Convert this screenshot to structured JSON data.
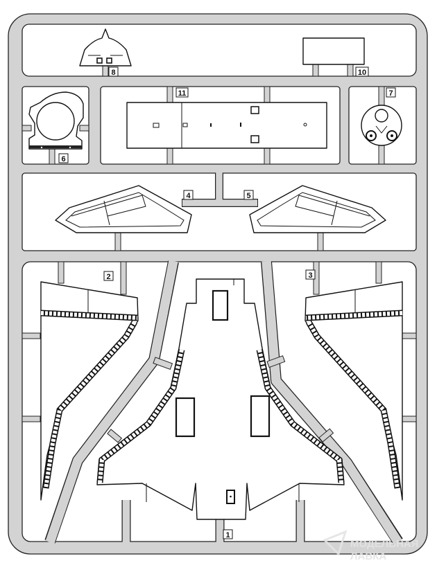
{
  "parts": {
    "p1": "1",
    "p2": "2",
    "p3": "3",
    "p4": "4",
    "p5": "5",
    "p6": "6",
    "p7": "7",
    "p8": "8",
    "p10": "10",
    "p11": "11"
  },
  "watermark": {
    "line1": "МОДЕЛЬНАЯ",
    "line2": "ЛАВКА"
  },
  "colors": {
    "sprue": "#d3d3d3",
    "outline": "#222222"
  }
}
